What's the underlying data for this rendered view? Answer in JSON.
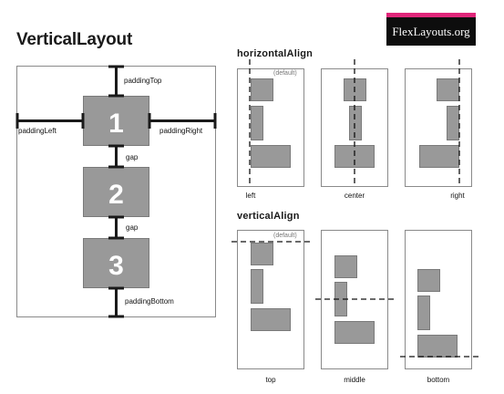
{
  "title": "VerticalLayout",
  "logo": {
    "text": "FlexLayouts.org"
  },
  "colors": {
    "box_fill": "#999999",
    "box_stroke": "#7a7a7a",
    "frame_stroke": "#8a8a8a",
    "dimension": "#1a1a1a",
    "logo_bar": "#e0267a",
    "logo_bg": "#0d0d0d"
  },
  "main_diagram": {
    "boxes": [
      "1",
      "2",
      "3"
    ],
    "labels": {
      "padding_top": "paddingTop",
      "padding_left": "paddingLeft",
      "padding_right": "paddingRight",
      "gap_1": "gap",
      "gap_2": "gap",
      "padding_bottom": "paddingBottom"
    }
  },
  "horizontal_align": {
    "title": "horizontalAlign",
    "default_tag": "(default)",
    "panels": [
      {
        "caption": "left",
        "align": "left"
      },
      {
        "caption": "center",
        "align": "center"
      },
      {
        "caption": "right",
        "align": "right"
      }
    ]
  },
  "vertical_align": {
    "title": "verticalAlign",
    "default_tag": "(default)",
    "panels": [
      {
        "caption": "top",
        "align": "top"
      },
      {
        "caption": "middle",
        "align": "middle"
      },
      {
        "caption": "bottom",
        "align": "bottom"
      }
    ]
  }
}
